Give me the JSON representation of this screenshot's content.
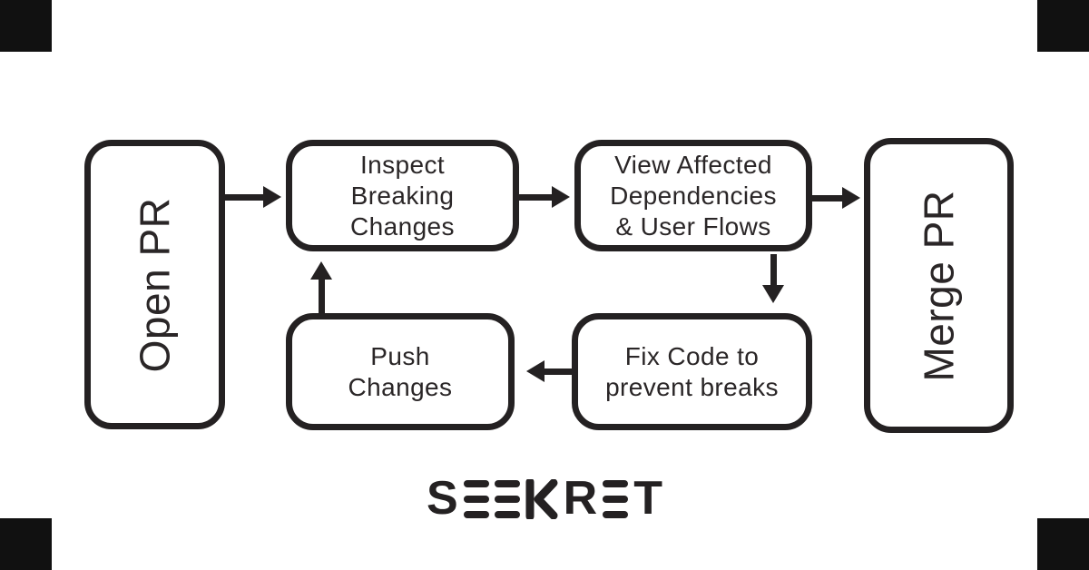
{
  "canvas": {
    "background": "#ffffff",
    "ink": "#242122"
  },
  "nodes": {
    "open_pr": {
      "label": "Open PR"
    },
    "merge_pr": {
      "label": "Merge PR"
    },
    "inspect": {
      "label": "Inspect Breaking Changes",
      "lines": [
        "Inspect",
        "Breaking",
        "Changes"
      ]
    },
    "view": {
      "label": "View Affected Dependencies & User Flows",
      "lines": [
        "View Affected",
        "Dependencies",
        "& User Flows"
      ]
    },
    "push": {
      "label": "Push Changes",
      "lines": [
        "Push",
        "Changes"
      ]
    },
    "fix": {
      "label": "Fix Code to prevent breaks",
      "lines": [
        "Fix Code to",
        "prevent breaks"
      ]
    }
  },
  "edges": [
    {
      "from": "open_pr",
      "to": "inspect",
      "direction": "right"
    },
    {
      "from": "inspect",
      "to": "view",
      "direction": "right"
    },
    {
      "from": "view",
      "to": "merge_pr",
      "direction": "right"
    },
    {
      "from": "view",
      "to": "fix",
      "direction": "down"
    },
    {
      "from": "fix",
      "to": "push",
      "direction": "left"
    },
    {
      "from": "push",
      "to": "inspect",
      "direction": "up"
    }
  ],
  "logo": {
    "name": "SEEKRET",
    "letters": {
      "s": "S",
      "r": "R",
      "t": "T"
    }
  }
}
